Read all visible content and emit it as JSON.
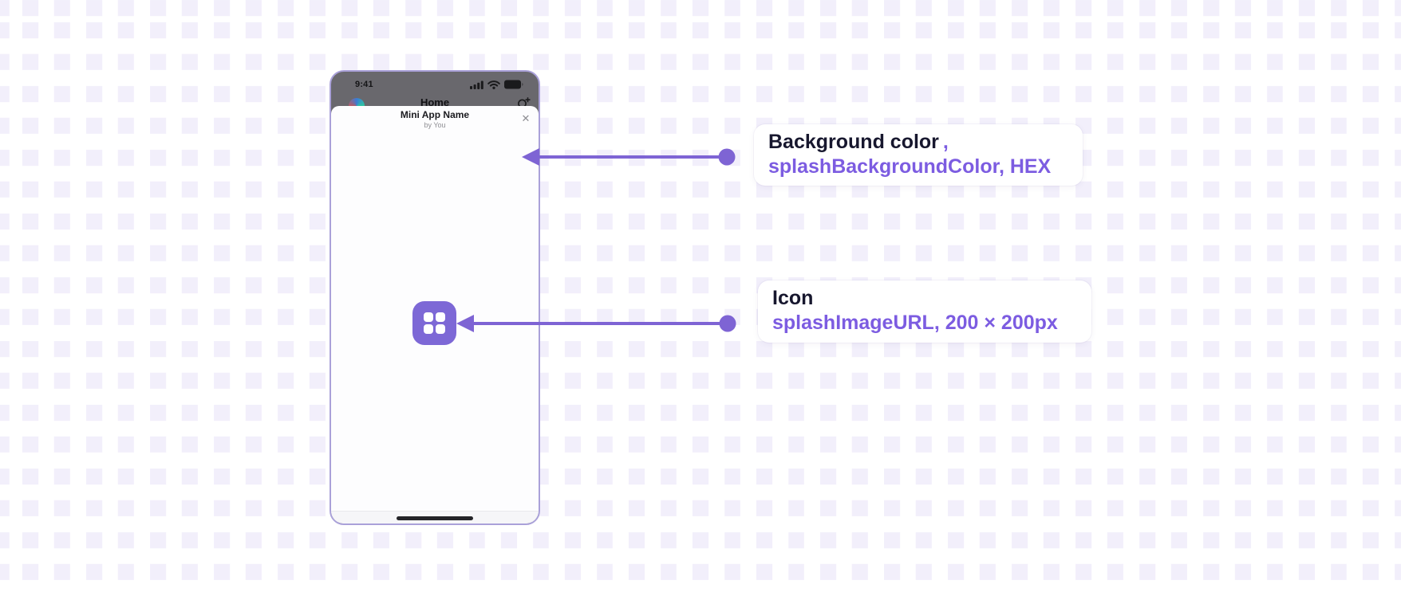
{
  "phone": {
    "status_bar": {
      "time": "9:41"
    },
    "dimmed_screen": {
      "title": "Home"
    },
    "sheet": {
      "app_name": "Mini App Name",
      "byline": "by You",
      "close_glyph": "✕"
    }
  },
  "callouts": [
    {
      "title": "Background color",
      "title_suffix": ",",
      "subtitle": "splashBackgroundColor, HEX"
    },
    {
      "title": "Icon",
      "title_suffix": "",
      "subtitle": "splashImageURL, 200 × 200px"
    }
  ],
  "colors": {
    "accent_purple": "#7c5ce1",
    "arrow_purple": "#7e64d4",
    "app_icon_purple": "#7d68d6",
    "splash_background": "#ffffff",
    "grid_square": "#f2effb",
    "dimmed_overlay": "#69686d"
  }
}
